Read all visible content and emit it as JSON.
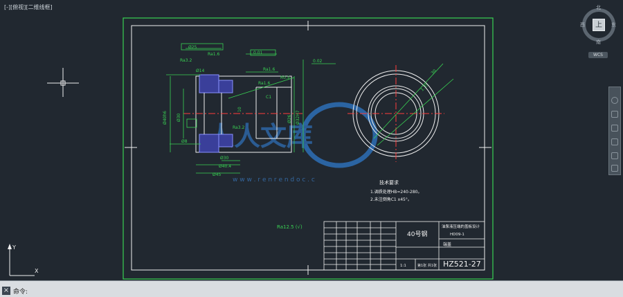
{
  "viewport": {
    "label": "[-][俯视][二维线框]",
    "watermark": {
      "brand": "人人文库",
      "url": "w w w . r e n r e n d o c . c"
    }
  },
  "navcube": {
    "north": "北",
    "south": "南",
    "east": "东",
    "west": "西",
    "face": "上",
    "coord_system": "WCS"
  },
  "ucs": {
    "y_label": "Y",
    "x_label": "X"
  },
  "drawing": {
    "dims": [
      "Ø25",
      "Ra1.6",
      "Ra3.2",
      "0.01",
      "0.02",
      "Ra1.6",
      "R0.5",
      "Ø14",
      "Ra1.6",
      "Ø40h6",
      "Ø30",
      "Ø32H7",
      "Ø26",
      "C1",
      "Ra3.2",
      "10",
      "Ø8",
      "Ø30",
      "Ø40.4",
      "Ø45",
      "30",
      "1.35"
    ],
    "notes_title": "技术要求",
    "notes": [
      "1.调质处理HB=240-280。",
      "2.未注倒角C1 x45°。"
    ],
    "roughness_note": "Ra12.5 (√)",
    "title_block": {
      "material": "40号钢",
      "title_top": "油泵液压端的盖板设计",
      "title_sub": "HD09-1",
      "designer": "端盖",
      "drawing_no": "HZ521-27",
      "scale": "1:1",
      "sheet": "第1张 共1张"
    }
  },
  "command": {
    "label": "命令:",
    "close_icon": "×"
  }
}
